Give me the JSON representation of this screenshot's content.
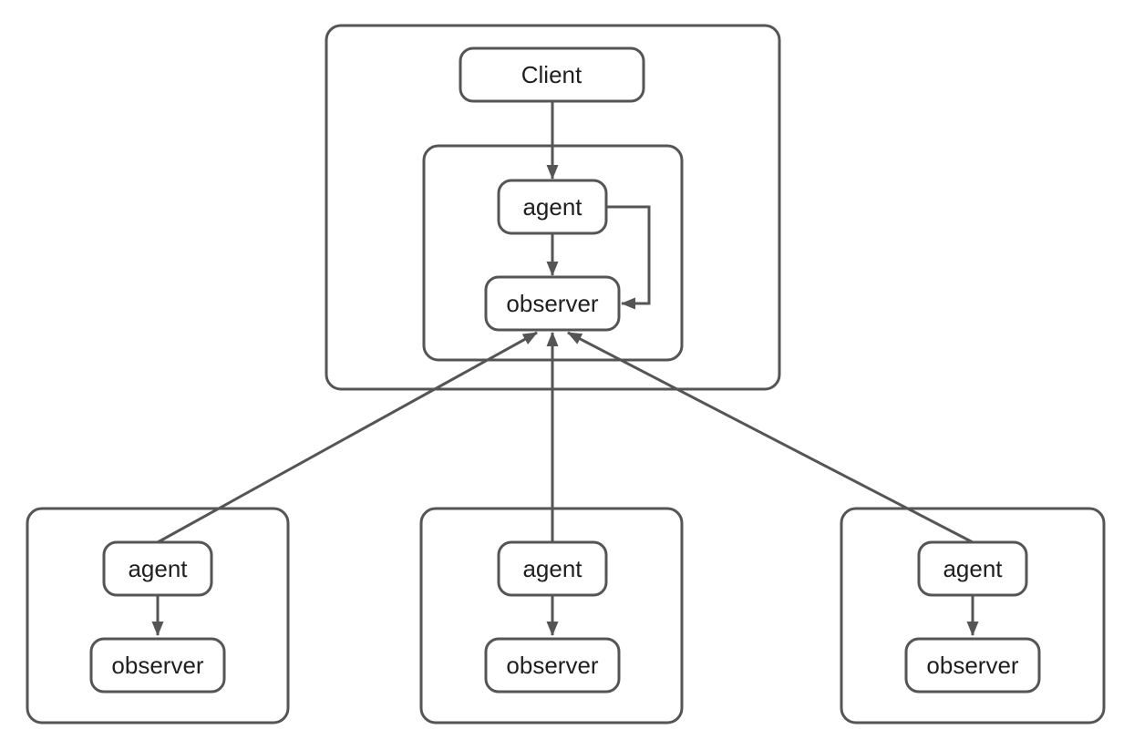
{
  "diagram": {
    "type": "flowchart",
    "colors": {
      "stroke": "#555555",
      "text": "#1f1f1f",
      "node_fill": "#ffffff",
      "background": "#ffffff"
    },
    "clusters": {
      "main": {
        "contains": [
          "client",
          "main_inner"
        ]
      },
      "main_inner": {
        "contains": [
          "main_agent",
          "main_observer"
        ]
      },
      "worker1": {
        "contains": [
          "worker1_agent",
          "worker1_observer"
        ]
      },
      "worker2": {
        "contains": [
          "worker2_agent",
          "worker2_observer"
        ]
      },
      "worker3": {
        "contains": [
          "worker3_agent",
          "worker3_observer"
        ]
      }
    },
    "nodes": {
      "client": {
        "label": "Client"
      },
      "main_agent": {
        "label": "agent"
      },
      "main_observer": {
        "label": "observer"
      },
      "worker1_agent": {
        "label": "agent"
      },
      "worker1_observer": {
        "label": "observer"
      },
      "worker2_agent": {
        "label": "agent"
      },
      "worker2_observer": {
        "label": "observer"
      },
      "worker3_agent": {
        "label": "agent"
      },
      "worker3_observer": {
        "label": "observer"
      }
    },
    "edges": [
      {
        "id": "client-to-main-agent",
        "from": "client",
        "to": "main_agent",
        "arrow": "end"
      },
      {
        "id": "main-agent-to-main-observer",
        "from": "main_agent",
        "to": "main_observer",
        "arrow": "end"
      },
      {
        "id": "main-agent-loop-to-main-observer",
        "from": "main_agent",
        "to": "main_observer",
        "arrow": "end",
        "route": "right-side-loop"
      },
      {
        "id": "worker1-agent-to-main-observer",
        "from": "worker1_agent",
        "to": "main_observer",
        "arrow": "end"
      },
      {
        "id": "worker2-agent-to-main-observer",
        "from": "worker2_agent",
        "to": "main_observer",
        "arrow": "end"
      },
      {
        "id": "worker3-agent-to-main-observer",
        "from": "worker3_agent",
        "to": "main_observer",
        "arrow": "end"
      },
      {
        "id": "worker1-agent-to-worker1-observer",
        "from": "worker1_agent",
        "to": "worker1_observer",
        "arrow": "end"
      },
      {
        "id": "worker2-agent-to-worker2-observer",
        "from": "worker2_agent",
        "to": "worker2_observer",
        "arrow": "end"
      },
      {
        "id": "worker3-agent-to-worker3-observer",
        "from": "worker3_agent",
        "to": "worker3_observer",
        "arrow": "end"
      }
    ]
  }
}
